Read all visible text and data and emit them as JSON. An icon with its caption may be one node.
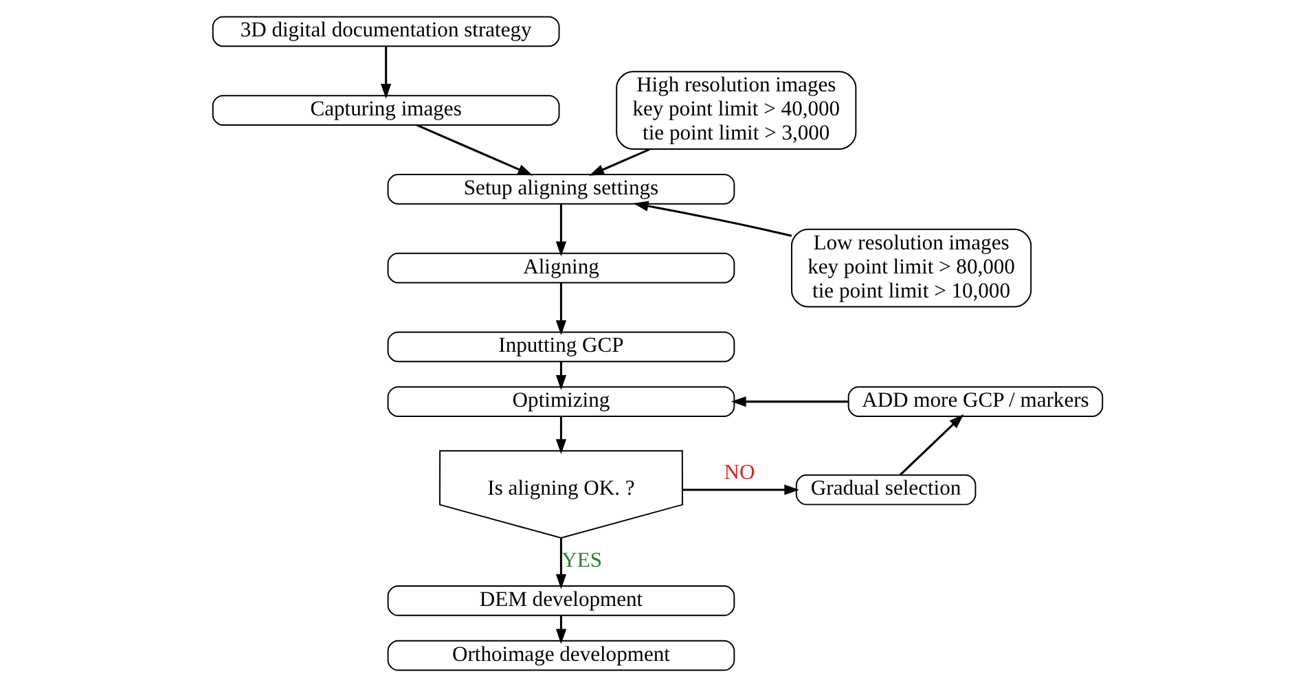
{
  "diagram": {
    "nodes": [
      {
        "text": [
          "3D digital documentation strategy"
        ]
      },
      {
        "text": [
          "High resolution images",
          "key point limit > 40,000",
          "tie point limit > 3,000"
        ]
      },
      {
        "text": [
          "Capturing images"
        ]
      },
      {
        "text": [
          "Setup aligning settings"
        ]
      },
      {
        "text": [
          "Low resolution images",
          "key point limit > 80,000",
          "tie point limit > 10,000"
        ]
      },
      {
        "text": [
          "Aligning"
        ]
      },
      {
        "text": [
          "Inputting GCP"
        ]
      },
      {
        "text": [
          "Optimizing"
        ]
      },
      {
        "text": [
          "ADD more GCP / markers"
        ]
      },
      {
        "text": [
          "Is aligning OK. ?"
        ]
      },
      {
        "text": [
          "Gradual selection"
        ]
      },
      {
        "text": [
          "DEM development"
        ]
      },
      {
        "text": [
          "Orthoimage development"
        ]
      }
    ],
    "edges": [
      {
        "from": 0,
        "to": 2,
        "arrow": "to"
      },
      {
        "from": 2,
        "to": 3,
        "arrow": "to"
      },
      {
        "from": 1,
        "to": 3,
        "arrow": "to"
      },
      {
        "from": 4,
        "to": 3,
        "arrow": "to"
      },
      {
        "from": 3,
        "to": 5,
        "arrow": "to"
      },
      {
        "from": 5,
        "to": 6,
        "arrow": "to"
      },
      {
        "from": 6,
        "to": 7,
        "arrow": "to"
      },
      {
        "from": 7,
        "to": 9,
        "arrow": "to"
      },
      {
        "from": 9,
        "to": 10,
        "arrow": "to",
        "label": "NO"
      },
      {
        "from": 10,
        "to": 8,
        "arrow": "to"
      },
      {
        "from": 8,
        "to": 7,
        "arrow": "to"
      },
      {
        "from": 9,
        "to": 11,
        "arrow": "to",
        "label": "YES"
      },
      {
        "from": 11,
        "to": 12,
        "arrow": "to"
      }
    ]
  }
}
